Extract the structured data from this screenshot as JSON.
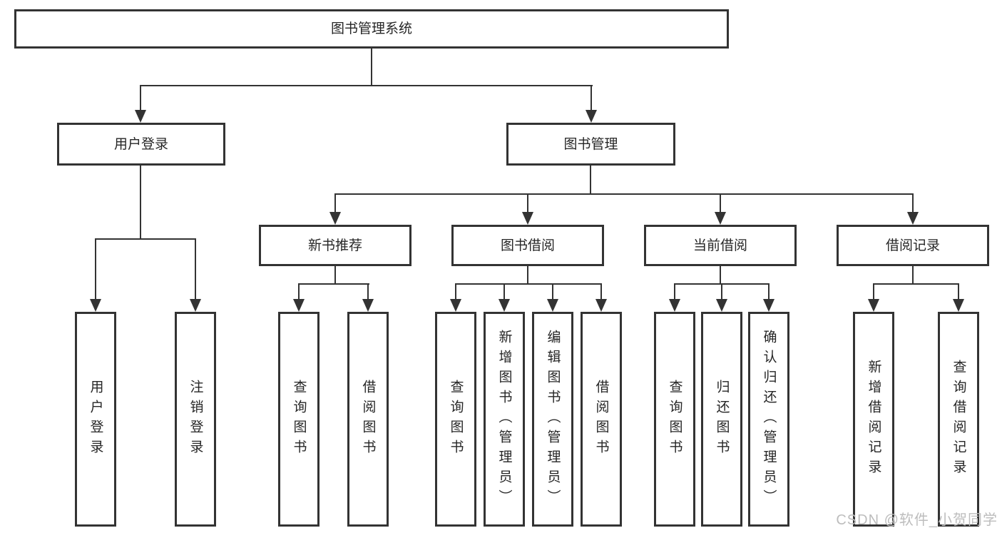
{
  "tree": {
    "root": {
      "label": "图书管理系统"
    },
    "branches": [
      {
        "label": "用户登录",
        "children": [
          {
            "label": "用户登录"
          },
          {
            "label": "注销登录"
          }
        ]
      },
      {
        "label": "图书管理",
        "children": [
          {
            "label": "新书推荐",
            "children": [
              {
                "label": "查询图书"
              },
              {
                "label": "借阅图书"
              }
            ]
          },
          {
            "label": "图书借阅",
            "children": [
              {
                "label": "查询图书"
              },
              {
                "label": "新增图书（管理员）"
              },
              {
                "label": "编辑图书（管理员）"
              },
              {
                "label": "借阅图书"
              }
            ]
          },
          {
            "label": "当前借阅",
            "children": [
              {
                "label": "查询图书"
              },
              {
                "label": "归还图书"
              },
              {
                "label": "确认归还（管理员）"
              }
            ]
          },
          {
            "label": "借阅记录",
            "children": [
              {
                "label": "新增借阅记录"
              },
              {
                "label": "查询借阅记录"
              }
            ]
          }
        ]
      }
    ]
  },
  "watermark": {
    "text": "CSDN @软件_小贺同学"
  },
  "colors": {
    "line": "#333333",
    "text": "#262626",
    "background": "#ffffff",
    "watermark": "#bdbdbd"
  }
}
